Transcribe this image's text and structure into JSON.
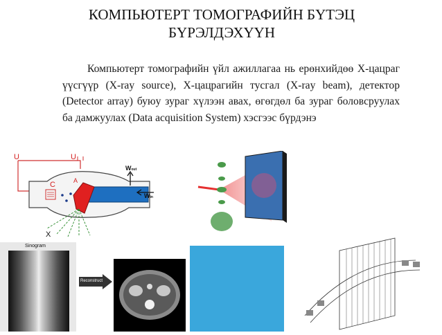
{
  "slide": {
    "title_line1": "КОМПЬЮТЕРТ ТОМОГРАФИЙН БҮТЭЦ",
    "title_line2": "БҮРЭЛДЭХҮҮН",
    "paragraph": "Компьютерт томографийн үйл ажиллагаа нь ерөнхийдөө X-цацраг үүсгүүр (X-ray source), X-цацрагийн тусгал (X-ray beam), детектор (Detector array) буюу зураг хүлээн авах, өгөгдөл ба зураг боловсруулах ба дамжуулах (Data acquisition System) хэсгээс бүрдэнэ"
  },
  "xray_tube": {
    "label_u_left": "U",
    "label_u_right": "U",
    "label_c": "C",
    "label_a": "A",
    "label_w_out": "W",
    "label_w_out_sub": "out",
    "label_w_in": "W",
    "label_w_in_sub": "in",
    "label_x": "X"
  },
  "pipeline": {
    "sinogram_label": "Sinogram",
    "reconstruct_label": "Reconstruct"
  },
  "colors": {
    "tube_blue": "#1e6fc0",
    "anode_red": "#e02020",
    "laser_red": "#e53030",
    "panel_blue": "#3aa7dc",
    "green_cluster": "#4a9a4a",
    "label_red": "#d42020"
  }
}
